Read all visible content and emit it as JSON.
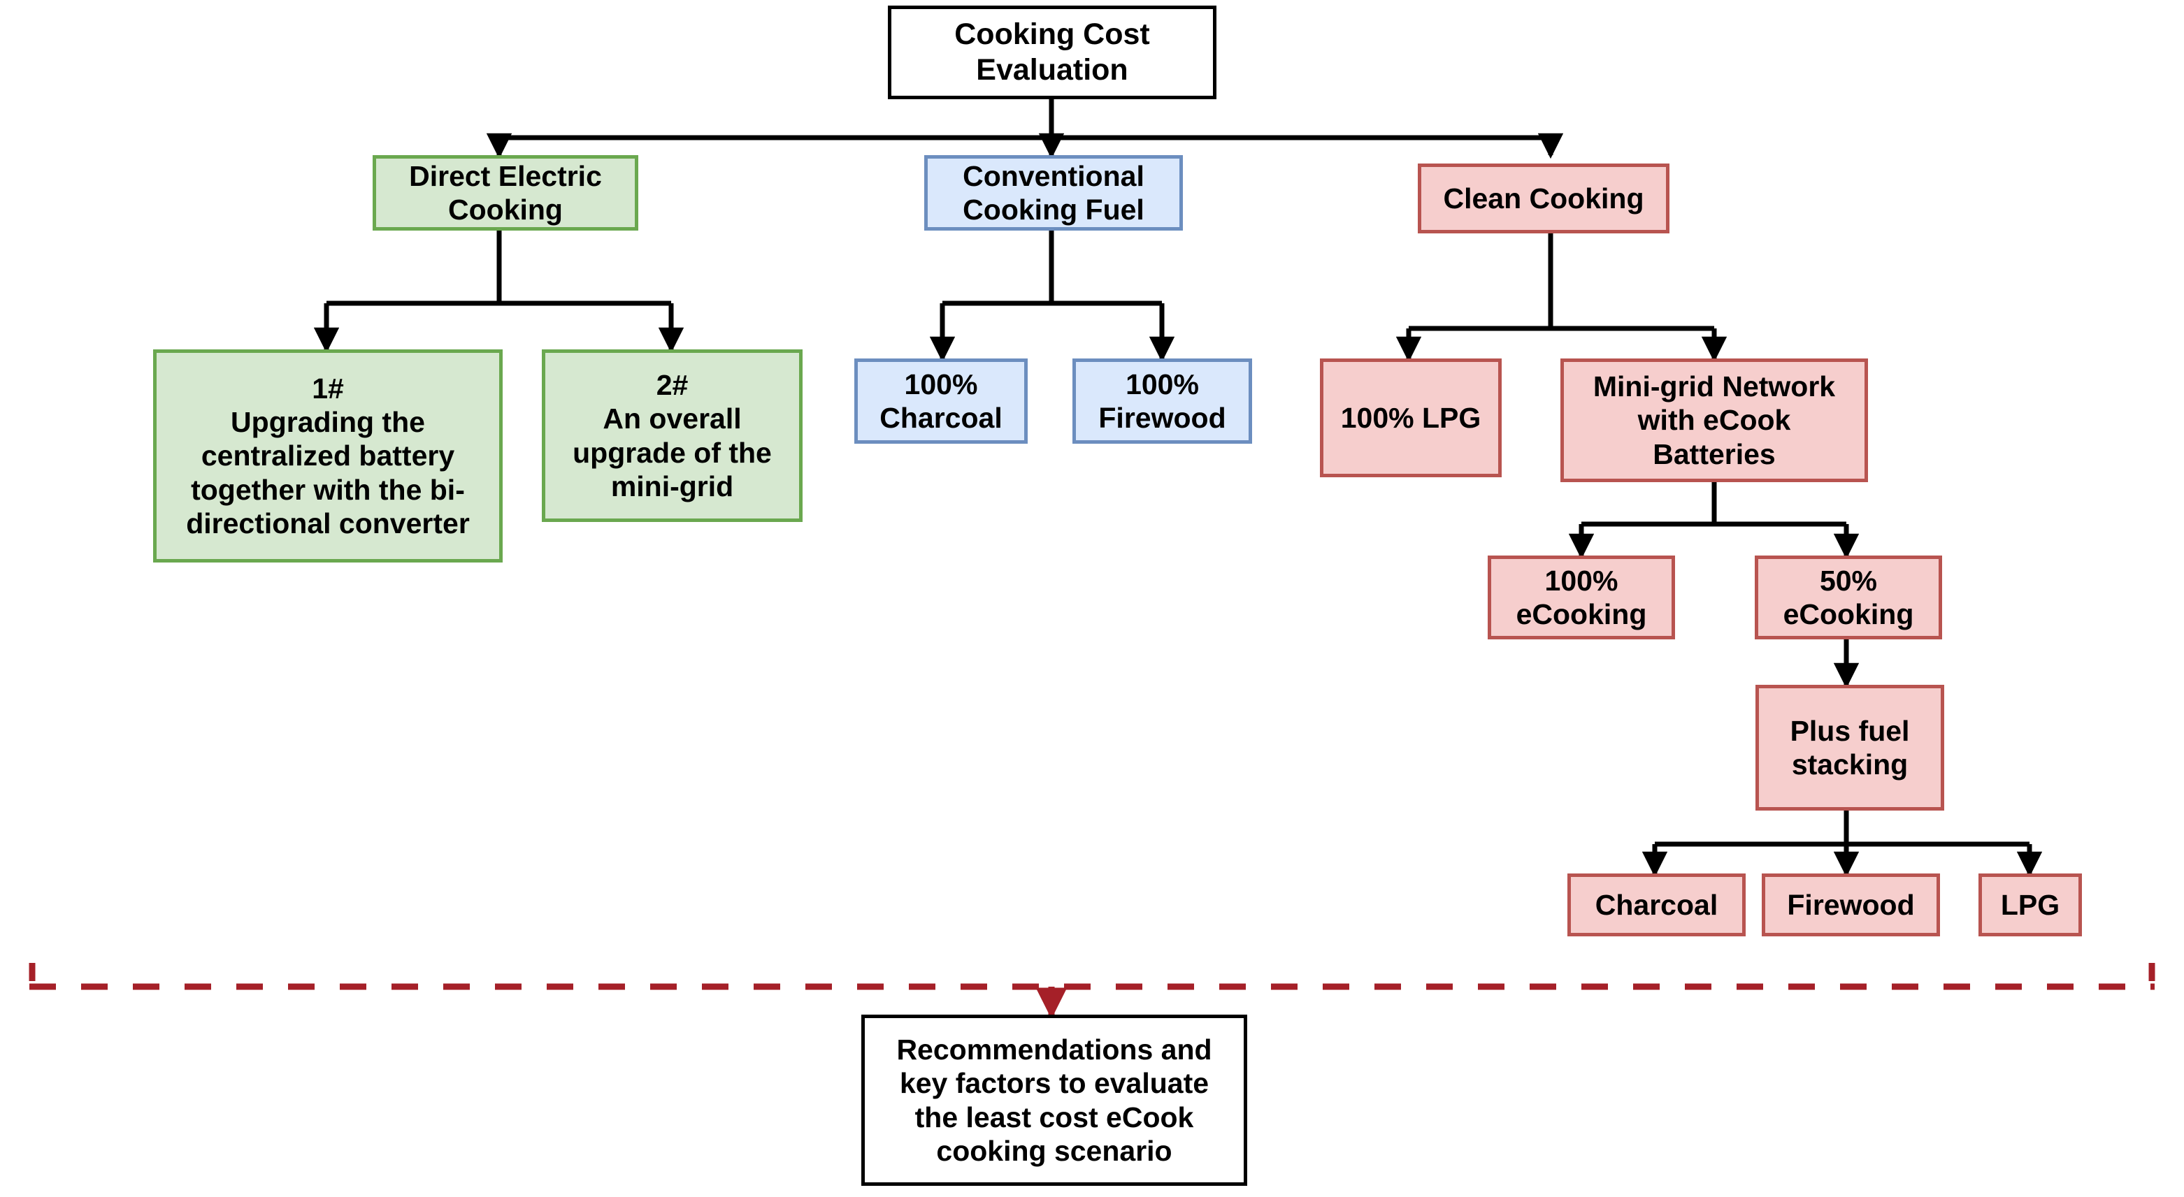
{
  "diagram": {
    "title": "Cooking Cost Evaluation flowchart",
    "colors": {
      "root_border": "#000000",
      "root_fill": "#ffffff",
      "green_fill": "#d6e8d0",
      "green_border": "#6aa84f",
      "blue_fill": "#dae8fc",
      "blue_border": "#6c8ebf",
      "red_fill": "#f6cecd",
      "red_border": "#b85450",
      "connector": "#000000",
      "divider": "#a52028"
    },
    "nodes": {
      "root": "Cooking Cost\nEvaluation",
      "branch_direct_electric": "Direct Electric\nCooking",
      "branch_conventional": "Conventional\nCooking Fuel",
      "branch_clean": "Clean Cooking",
      "green_1": "1#\nUpgrading the\ncentralized battery\ntogether with the bi-\ndirectional converter",
      "green_2": "2#\nAn overall\nupgrade of the\nmini-grid",
      "blue_charcoal": "100%\nCharcoal",
      "blue_firewood": "100%\nFirewood",
      "red_lpg_100": "100% LPG",
      "red_minigrid": "Mini-grid Network\nwith eCook\nBatteries",
      "red_ecook_100": "100%\neCooking",
      "red_ecook_50": "50%\neCooking",
      "red_fuel_stacking": "Plus fuel\nstacking",
      "red_charcoal": "Charcoal",
      "red_firewood": "Firewood",
      "red_lpg": "LPG",
      "recommendations": "Recommendations and\nkey factors to evaluate\nthe least cost eCook\ncooking scenario"
    }
  }
}
